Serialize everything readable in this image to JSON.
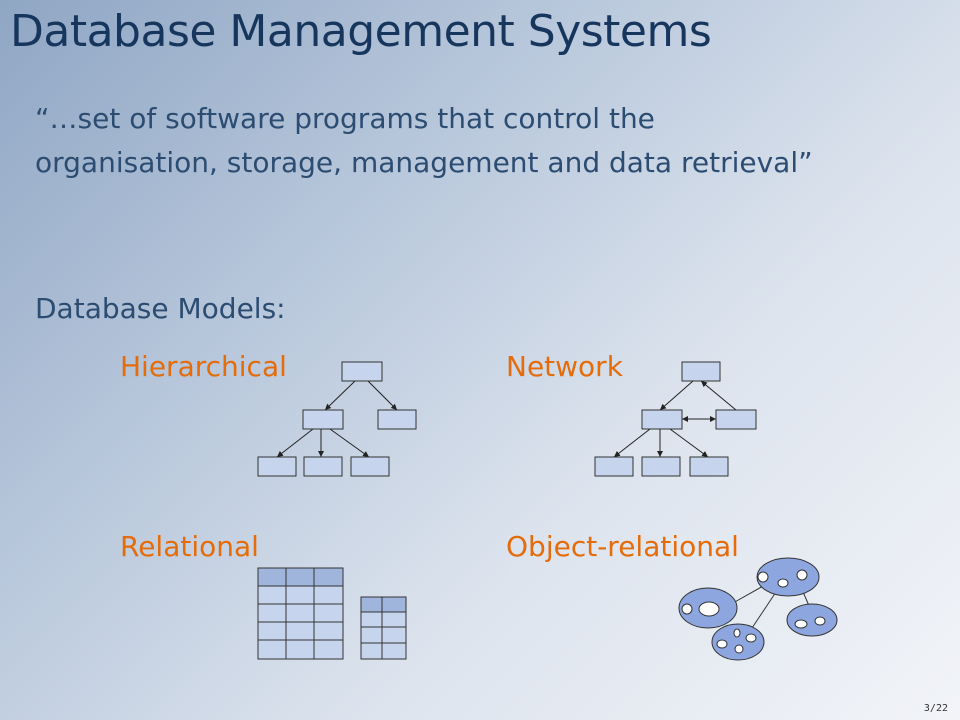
{
  "slide": {
    "title": "Database Management Systems",
    "quote": "“…set of software programs that control the organisation, storage, management and data retrieval”",
    "models_heading": "Database Models:",
    "models": {
      "hierarchical": "Hierarchical",
      "network": "Network",
      "relational": "Relational",
      "object_relational": "Object-relational"
    },
    "page_number": "3/22"
  },
  "colors": {
    "title": "#17365d",
    "body_text": "#2c4c72",
    "model_label": "#e46c0a",
    "box_fill": "#c6d4ee",
    "table_header": "#9fb5dc",
    "blob_fill": "#8ea6e0"
  }
}
